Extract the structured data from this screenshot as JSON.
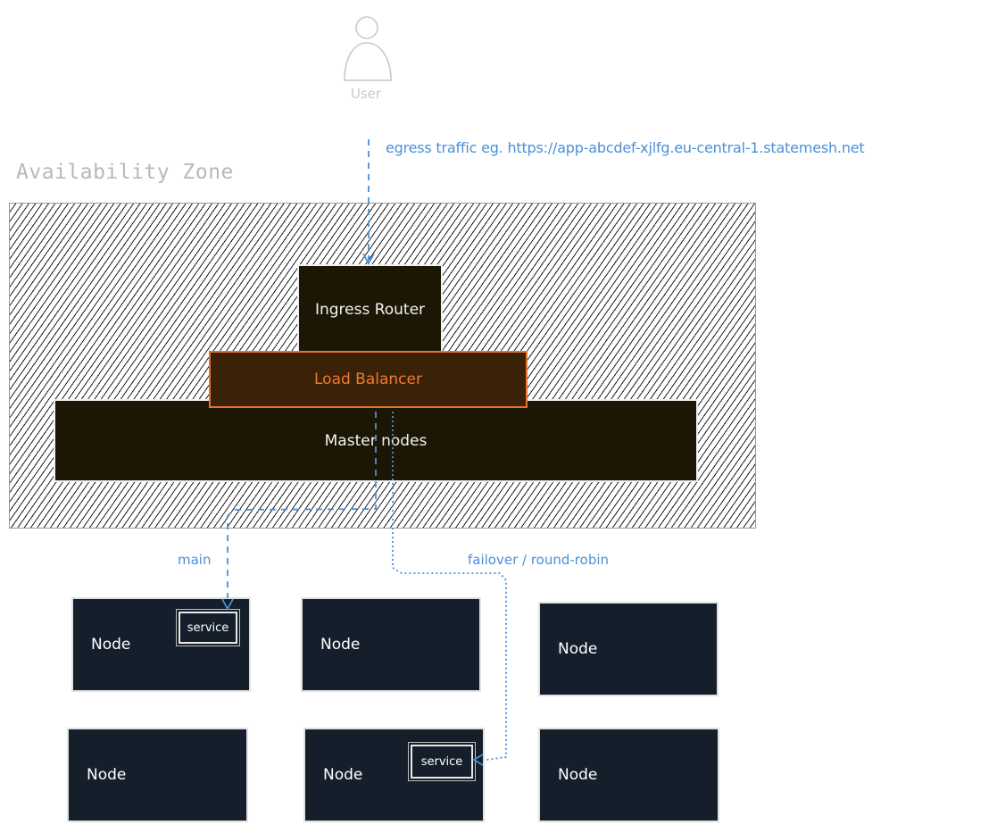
{
  "user": {
    "label": "User",
    "icon": "person-icon"
  },
  "traffic": {
    "label": "egress traffic eg. https://app-abcdef-xjlfg.eu-central-1.statemesh.net"
  },
  "availability_zone": {
    "label": "Availability Zone"
  },
  "ingress_router": {
    "label": "Ingress Router"
  },
  "load_balancer": {
    "label": "Load Balancer"
  },
  "master_nodes": {
    "label": "Master nodes"
  },
  "edges": {
    "main_label": "main",
    "failover_label": "failover / round-robin"
  },
  "nodes": [
    {
      "label": "Node",
      "service": "service"
    },
    {
      "label": "Node"
    },
    {
      "label": "Node"
    },
    {
      "label": "Node"
    },
    {
      "label": "Node",
      "service": "service"
    },
    {
      "label": "Node"
    }
  ],
  "colors": {
    "arrow": "#4a90d9",
    "load_balancer_border": "#e8742a",
    "node_fill": "#141f2b",
    "master_fill": "#1c1705"
  }
}
